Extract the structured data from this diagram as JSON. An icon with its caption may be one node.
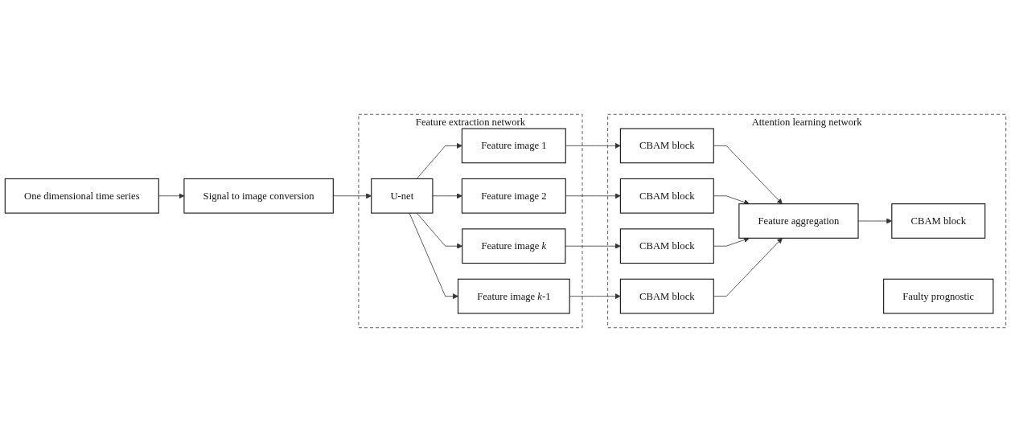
{
  "diagram": {
    "nodes": [
      {
        "text": [
          "One dimensional time series"
        ]
      },
      {
        "text": [
          "Signal to image conversion"
        ]
      },
      {
        "text": [
          "Feature extraction network"
        ]
      },
      {
        "text": [
          "U-net"
        ],
        "in": 2
      },
      {
        "text": [
          "Feature image 1"
        ],
        "in": 2
      },
      {
        "text": [
          "Feature image 2"
        ],
        "in": 2
      },
      {
        "text": [
          "Feature image *k*"
        ],
        "in": 2
      },
      {
        "text": [
          "Feature image *k*-1"
        ],
        "in": 2
      },
      {
        "text": [
          "Attention learning network"
        ]
      },
      {
        "text": [
          "CBAM block"
        ],
        "in": 8
      },
      {
        "text": [
          "CBAM block"
        ],
        "in": 8
      },
      {
        "text": [
          "CBAM block"
        ],
        "in": 8
      },
      {
        "text": [
          "CBAM block"
        ],
        "in": 8
      },
      {
        "text": [
          "Feature aggregation"
        ],
        "in": 8
      },
      {
        "text": [
          "CBAM block"
        ],
        "in": 8
      },
      {
        "text": [
          "Faulty prognostic"
        ],
        "in": 8
      }
    ],
    "edges": [
      {
        "from": 0,
        "to": 1,
        "arrow": "to"
      },
      {
        "from": 1,
        "to": 3,
        "arrow": "to"
      },
      {
        "from": 3,
        "to": 4,
        "arrow": "to"
      },
      {
        "from": 3,
        "to": 5,
        "arrow": "to"
      },
      {
        "from": 3,
        "to": 6,
        "arrow": "to"
      },
      {
        "from": 3,
        "to": 7,
        "arrow": "to"
      },
      {
        "from": 4,
        "to": 9,
        "arrow": "to"
      },
      {
        "from": 5,
        "to": 10,
        "arrow": "to"
      },
      {
        "from": 6,
        "to": 11,
        "arrow": "to"
      },
      {
        "from": 7,
        "to": 12,
        "arrow": "to"
      },
      {
        "from": 9,
        "to": 13,
        "arrow": "to"
      },
      {
        "from": 10,
        "to": 13,
        "arrow": "to"
      },
      {
        "from": 11,
        "to": 13,
        "arrow": "to"
      },
      {
        "from": 12,
        "to": 13,
        "arrow": "to"
      },
      {
        "from": 13,
        "to": 14,
        "arrow": "to"
      }
    ]
  }
}
